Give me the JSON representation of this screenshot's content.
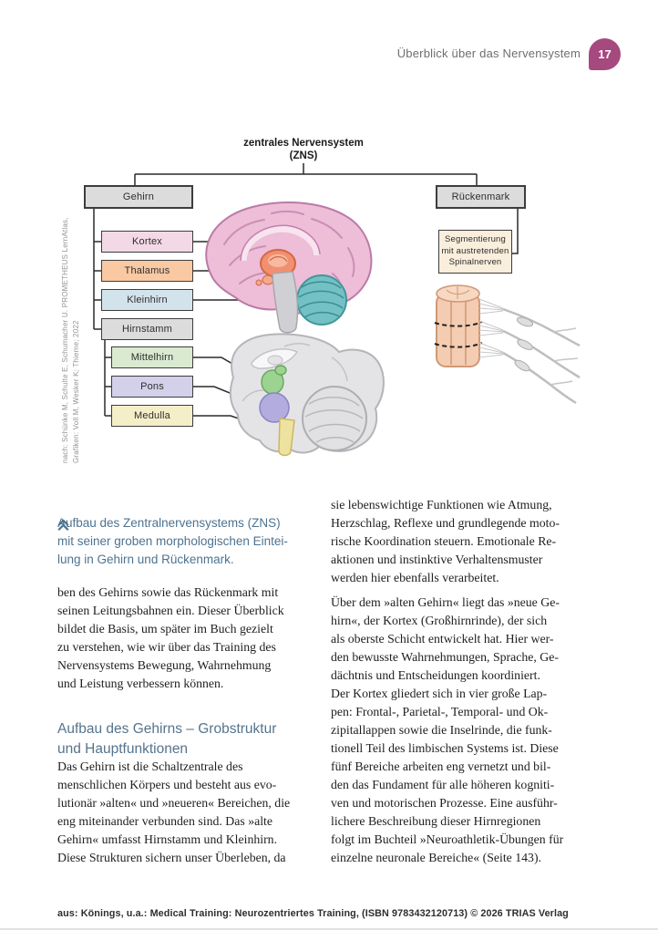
{
  "header": {
    "running_head": "Überblick über das Nervensystem",
    "page_number": "17"
  },
  "figure": {
    "title": "zentrales Nervensystem\n(ZNS)",
    "nodes": {
      "gehirn": "Gehirn",
      "rueckenmark": "Rückenmark",
      "kortex": "Kortex",
      "thalamus": "Thalamus",
      "kleinhirn": "Kleinhirn",
      "hirnstamm": "Hirnstamm",
      "mittelhirn": "Mittelhirn",
      "pons": "Pons",
      "medulla": "Medulla",
      "segmentierung": "Segmentierung\nmit austretenden\nSpinalnerven"
    },
    "credit": "nach: Schünke M, Schulte E, Schumacher U. PROMETHEUS LernAtlas,\nGrafiken: Voll M, Wesker K; Thieme; 2022",
    "colors": {
      "node_gray": "#dcdcdc",
      "node_kortex": "#f3d9e6",
      "node_thalamus": "#f9c9a4",
      "node_kleinhirn": "#d3e3ec",
      "node_mittelhirn": "#d9ead0",
      "node_pons": "#d3d0e9",
      "node_medulla": "#f5efc9",
      "node_segmentierung": "#faeedd",
      "brain_cortex": "#eebdd8",
      "brain_thalamus": "#f19070",
      "brain_cerebellum": "#73c1c4",
      "brain_mittelhirn": "#9cd391",
      "brain_pons": "#b2addd",
      "brain_medulla": "#eee2a0",
      "spinal_cord": "#f4ccb2"
    }
  },
  "caption": {
    "icon": "double-chevron-up-icon",
    "text": "Aufbau des Zentralnervensystems (ZNS)\nmit seiner groben morphologischen Eintei-\nlung in Gehirn und Rückenmark.",
    "color": "#4d7390"
  },
  "columns": {
    "left": {
      "para1": "ben des Gehirns sowie das Rückenmark mit\nseinen Leitungsbahnen ein. Dieser Überblick\nbildet die Basis, um später im Buch gezielt\nzu verstehen, wie wir über das Training des\nNervensystems Bewegung, Wahrnehmung\nund Leistung verbessern können.",
      "heading": "Aufbau des Gehirns – Grobstruktur\nund Hauptfunktionen",
      "heading_color": "#54748e",
      "para2": "Das Gehirn ist die Schaltzentrale des\nmenschlichen Körpers und besteht aus evo-\nlutionär »alten« und »neueren« Bereichen, die\neng miteinander verbunden sind. Das »alte\nGehirn« umfasst Hirnstamm und Kleinhirn.\nDiese Strukturen sichern unser Überleben, da"
    },
    "right": {
      "para1": "sie lebenswichtige Funktionen wie Atmung,\nHerzschlag, Reflexe und grundlegende moto-\nrische Koordination steuern. Emotionale Re-\naktionen und instinktive Verhaltensmuster\nwerden hier ebenfalls verarbeitet.",
      "para2": "Über dem »alten Gehirn« liegt das »neue Ge-\nhirn«, der Kortex (Großhirnrinde), der sich\nals oberste Schicht entwickelt hat. Hier wer-\nden bewusste Wahrnehmungen, Sprache, Ge-\ndächtnis und Entscheidungen koordiniert.\nDer Kortex gliedert sich in vier große Lap-\npen: Frontal-, Parietal-, Temporal- und Ok-\nzipitallappen sowie die Inselrinde, die funk-\ntionell Teil des limbischen Systems ist. Diese\nfünf Bereiche arbeiten eng vernetzt und bil-\nden das Fundament für alle höheren kogniti-\nven und motorischen Prozesse. Eine ausführ-\nlichere Beschreibung dieser Hirnregionen\nfolgt im Buchteil »Neuroathletik-Übungen für\neinzelne neuronale Bereiche« (Seite 143)."
    }
  },
  "footer": {
    "text": "aus: Könings, u.a.: Medical Training: Neurozentriertes Training, (ISBN 9783432120713) © 2026 TRIAS Verlag",
    "badge_color": "#a6497f"
  }
}
